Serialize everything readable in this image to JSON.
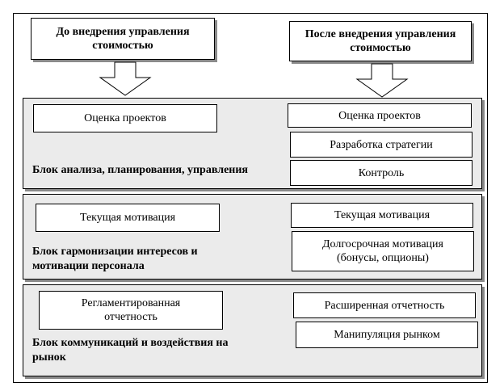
{
  "headers": {
    "before": "До внедрения управления стоимостью",
    "after": "После внедрения управления стоимостью"
  },
  "blocks": [
    {
      "label_lines": [
        "Блок анализа, планирования, управления"
      ],
      "left_items": [
        [
          "Оценка проектов"
        ]
      ],
      "right_items": [
        [
          "Оценка проектов"
        ],
        [
          "Разработка стратегии"
        ],
        [
          "Контроль"
        ]
      ]
    },
    {
      "label_lines": [
        "Блок гармонизации интересов и",
        "мотивации персонала"
      ],
      "left_items": [
        [
          "Текущая  мотивация"
        ]
      ],
      "right_items": [
        [
          "Текущая  мотивация"
        ],
        [
          "Долгосрочная мотивация",
          "(бонусы, опционы)"
        ]
      ]
    },
    {
      "label_lines": [
        "Блок коммуникаций и воздействия на",
        "рынок"
      ],
      "left_items": [
        [
          "Регламентированная",
          "отчетность"
        ]
      ],
      "right_items": [
        [
          "Расширенная отчетность"
        ],
        [
          "Манипуляция рынком"
        ]
      ]
    }
  ]
}
